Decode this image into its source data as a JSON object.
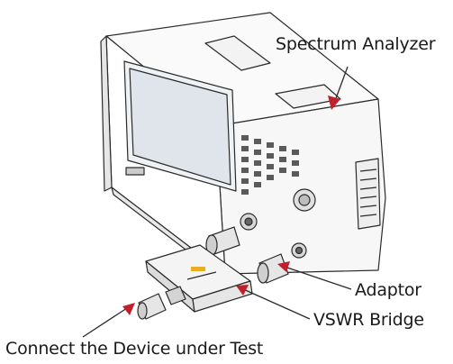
{
  "labels": {
    "spectrum_analyzer": "Spectrum Analyzer",
    "adaptor": "Adaptor",
    "vswr_bridge": "VSWR Bridge",
    "dut": "Connect the Device under Test"
  },
  "colors": {
    "arrow": "#c0202b",
    "line": "#2a2a2a",
    "text": "#1a1a1a"
  }
}
